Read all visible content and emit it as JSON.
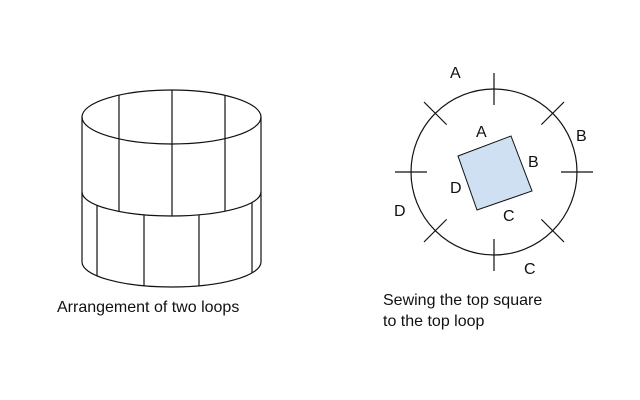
{
  "left_figure": {
    "caption": "Arrangement of two loops"
  },
  "right_figure": {
    "caption_line1": "Sewing the top square",
    "caption_line2": "to the top loop",
    "outer_labels": {
      "top": "A",
      "right": "B",
      "bottom": "C",
      "left": "D"
    },
    "square_labels": {
      "top": "A",
      "right": "B",
      "bottom": "C",
      "left": "D"
    },
    "square_fill": "#cfe0f3"
  }
}
